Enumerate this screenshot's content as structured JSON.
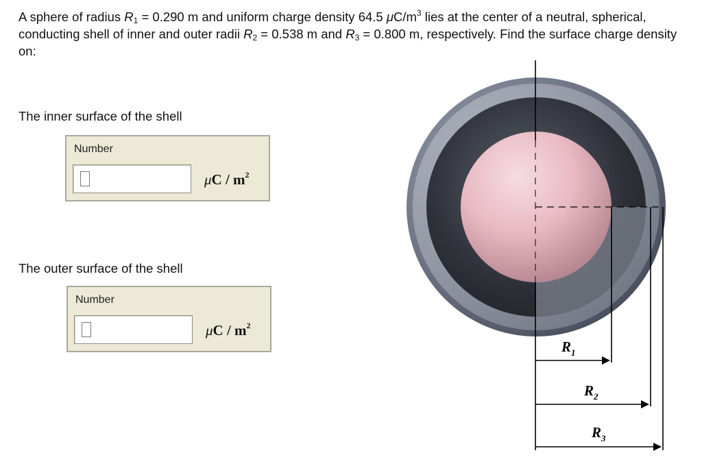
{
  "problem": {
    "part1": "A sphere of radius ",
    "r1_symbol": "R",
    "r1_sub": "1",
    "part2": " = 0.290 m and uniform charge density 64.5 ",
    "unit_mu": "μ",
    "unit_c": "C/m",
    "unit_exp": "3",
    "part3": " lies at the center of a neutral, spherical, conducting shell of inner and outer radii ",
    "r2_symbol": "R",
    "r2_sub": "2",
    "part4": " = 0.538 m and ",
    "r3_symbol": "R",
    "r3_sub": "3",
    "part5": " = 0.800 m, respectively. Find the surface charge density on:"
  },
  "questions": [
    {
      "label": "The inner surface of the shell",
      "box_label": "Number",
      "input_value": "",
      "unit_mu": "μ",
      "unit_main": "C / m",
      "unit_exp": "2"
    },
    {
      "label": "The outer surface of the shell",
      "box_label": "Number",
      "input_value": "",
      "unit_mu": "μ",
      "unit_main": "C / m",
      "unit_exp": "2"
    }
  ],
  "figure": {
    "labels": [
      {
        "symbol": "R",
        "sub": "1"
      },
      {
        "symbol": "R",
        "sub": "2"
      },
      {
        "symbol": "R",
        "sub": "3"
      }
    ],
    "colors": {
      "shell_outer": "#6f7686",
      "shell_inner": "#2e3138",
      "sphere": "#e9b9c3"
    }
  }
}
